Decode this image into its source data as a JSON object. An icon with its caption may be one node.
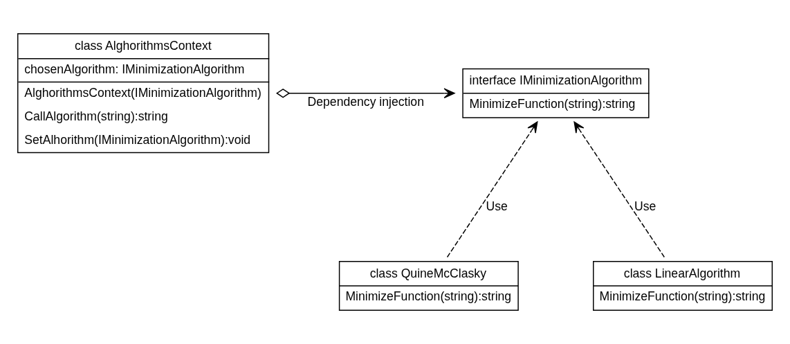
{
  "diagram": {
    "nodes": [
      {
        "text": [
          "interface IMinimizationAlgorithm",
          "MinimizeFunction(string):string"
        ]
      },
      {
        "text": [
          "class AlghorithmsContext",
          "chosenAlgorithm: IMinimizationAlgorithm",
          "AlghorithmsContext(IMinimizationAlgorithm)",
          "CallAlgorithm(string):string",
          "SetAlhorithm(IMinimizationAlgorithm):void"
        ]
      },
      {
        "text": [
          "class QuineMcClasky",
          "MinimizeFunction(string):string"
        ]
      },
      {
        "text": [
          "class LinearAlgorithm",
          "MinimizeFunction(string):string"
        ]
      }
    ],
    "edges": [
      {
        "from": 1,
        "to": 0,
        "arrow": "to",
        "label": "Dependency injection"
      },
      {
        "from": 2,
        "to": 0,
        "arrow": "to",
        "label": "Use",
        "style": "dashed"
      },
      {
        "from": 3,
        "to": 0,
        "arrow": "to",
        "label": "Use",
        "style": "dashed"
      }
    ]
  }
}
